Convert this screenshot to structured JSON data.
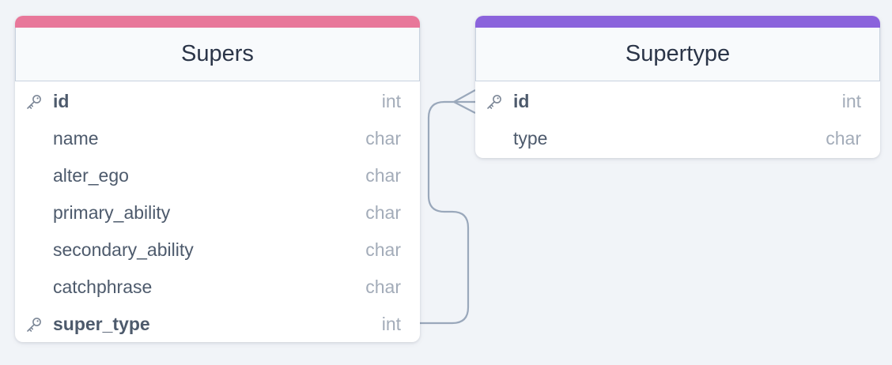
{
  "colors": {
    "supers_accent": "#e8779a",
    "supertype_accent": "#8b63dc",
    "connector": "#9aa8bb"
  },
  "tables": [
    {
      "title": "Supers",
      "fields": [
        {
          "name": "id",
          "type": "int",
          "key": true
        },
        {
          "name": "name",
          "type": "char",
          "key": false
        },
        {
          "name": "alter_ego",
          "type": "char",
          "key": false
        },
        {
          "name": "primary_ability",
          "type": "char",
          "key": false
        },
        {
          "name": "secondary_ability",
          "type": "char",
          "key": false
        },
        {
          "name": "catchphrase",
          "type": "char",
          "key": false
        },
        {
          "name": "super_type",
          "type": "int",
          "key": true
        }
      ]
    },
    {
      "title": "Supertype",
      "fields": [
        {
          "name": "id",
          "type": "int",
          "key": true
        },
        {
          "name": "type",
          "type": "char",
          "key": false
        }
      ]
    }
  ],
  "relationship": {
    "from": "Supers.super_type",
    "to": "Supertype.id",
    "icon": "crows-foot-icon"
  }
}
